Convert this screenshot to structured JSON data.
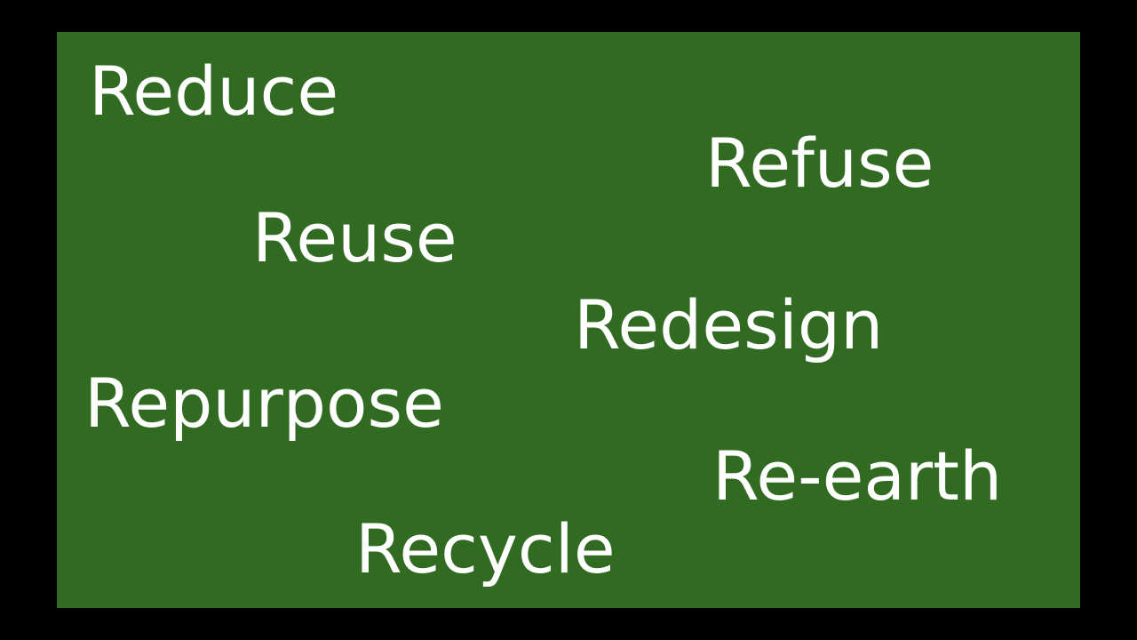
{
  "colors": {
    "frame": "#000000",
    "slide_background": "#316b22",
    "text": "#ffffff"
  },
  "words": {
    "reduce": "Reduce",
    "refuse": "Refuse",
    "reuse": "Reuse",
    "redesign": "Redesign",
    "repurpose": "Repurpose",
    "rearth": "Re-earth",
    "recycle": "Recycle"
  }
}
